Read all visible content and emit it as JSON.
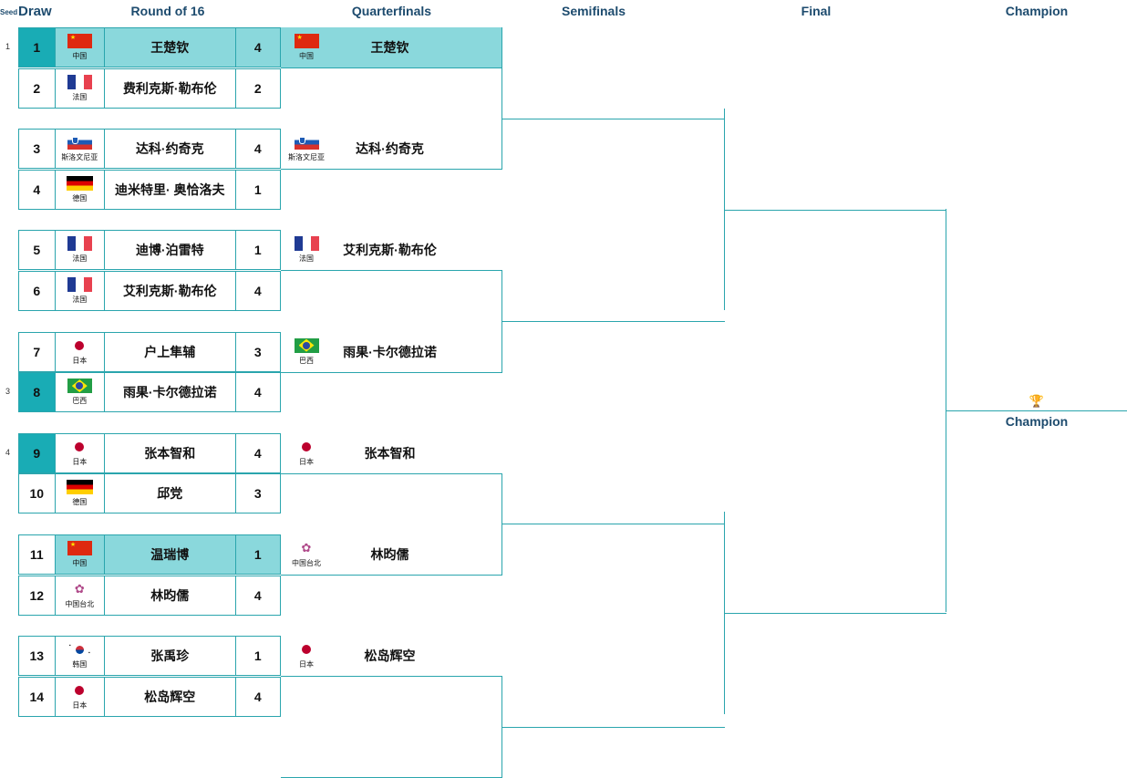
{
  "headers": {
    "seed": "Seed",
    "draw": "Draw",
    "r16": "Round of 16",
    "qf": "Quarterfinals",
    "sf": "Semifinals",
    "final": "Final",
    "champion": "Champion"
  },
  "seeds": [
    {
      "draw": 1,
      "seed": "1"
    },
    {
      "draw": 8,
      "seed": "3"
    },
    {
      "draw": 9,
      "seed": "4"
    }
  ],
  "r16": [
    {
      "draw": "1",
      "flag": "cn",
      "country": "中国",
      "name": "王楚钦",
      "score": "4",
      "highlight": true,
      "seeded": true
    },
    {
      "draw": "2",
      "flag": "fr",
      "country": "法国",
      "name": "费利克斯·勒布伦",
      "score": "2"
    },
    {
      "draw": "3",
      "flag": "si",
      "country": "斯洛文尼亚",
      "name": "达科·约奇克",
      "score": "4"
    },
    {
      "draw": "4",
      "flag": "de",
      "country": "德国",
      "name": "迪米特里· 奥恰洛夫",
      "score": "1"
    },
    {
      "draw": "5",
      "flag": "fr",
      "country": "法国",
      "name": "迪博·泊雷特",
      "score": "1"
    },
    {
      "draw": "6",
      "flag": "fr",
      "country": "法国",
      "name": "艾利克斯·勒布伦",
      "score": "4"
    },
    {
      "draw": "7",
      "flag": "jp",
      "country": "日本",
      "name": "户上隼辅",
      "score": "3"
    },
    {
      "draw": "8",
      "flag": "br",
      "country": "巴西",
      "name": "雨果·卡尔德拉诺",
      "score": "4",
      "seeded": true
    },
    {
      "draw": "9",
      "flag": "jp",
      "country": "日本",
      "name": "张本智和",
      "score": "4",
      "seeded": true
    },
    {
      "draw": "10",
      "flag": "de",
      "country": "德国",
      "name": "邱党",
      "score": "3"
    },
    {
      "draw": "11",
      "flag": "cn",
      "country": "中国",
      "name": "温瑞博",
      "score": "1",
      "highlight": true
    },
    {
      "draw": "12",
      "flag": "tpe",
      "country": "中国台北",
      "name": "林昀儒",
      "score": "4"
    },
    {
      "draw": "13",
      "flag": "kr",
      "country": "韩国",
      "name": "张禹珍",
      "score": "1"
    },
    {
      "draw": "14",
      "flag": "jp",
      "country": "日本",
      "name": "松岛辉空",
      "score": "4"
    }
  ],
  "qf": [
    {
      "flag": "cn",
      "country": "中国",
      "name": "王楚钦",
      "highlight": true
    },
    {
      "flag": "si",
      "country": "斯洛文尼亚",
      "name": "达科·约奇克"
    },
    {
      "flag": "fr",
      "country": "法国",
      "name": "艾利克斯·勒布伦"
    },
    {
      "flag": "br",
      "country": "巴西",
      "name": "雨果·卡尔德拉诺"
    },
    {
      "flag": "jp",
      "country": "日本",
      "name": "张本智和"
    },
    {
      "flag": "tpe",
      "country": "中国台北",
      "name": "林昀儒"
    },
    {
      "flag": "jp",
      "country": "日本",
      "name": "松岛辉空"
    }
  ],
  "champion": {
    "icon": "trophy-icon",
    "label": "Champion"
  },
  "colors": {
    "line": "#2aa5ad",
    "highlight": "#8ad8dc",
    "seeded": "#19acb5",
    "header": "#1d4b6e"
  }
}
